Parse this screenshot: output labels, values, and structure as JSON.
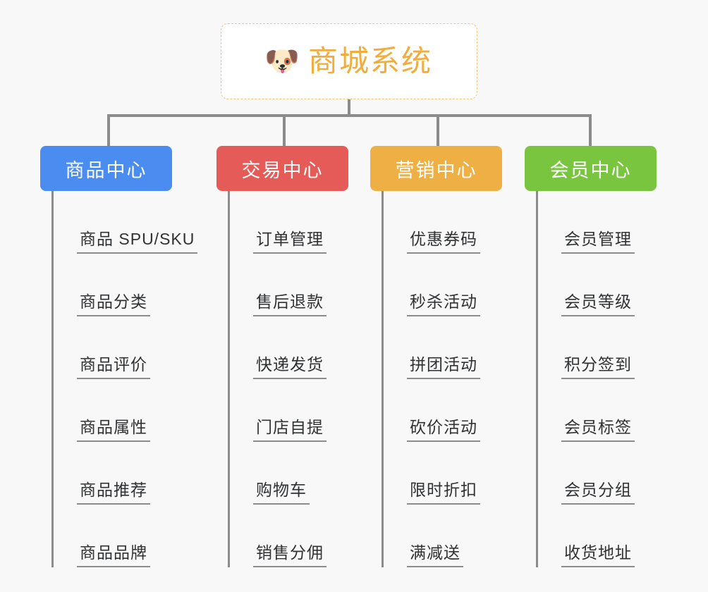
{
  "diagram": {
    "background_color": "#f8f8f8",
    "connector_color": "#8c8c8c",
    "root": {
      "icon": "dog-face-icon",
      "icon_glyph": "🐶",
      "title": "商城系统",
      "text_color": "#f0ad3e",
      "border_color": "#f0c674",
      "background_color": "#ffffff"
    },
    "branches": [
      {
        "label": "商品中心",
        "color": "#4a8cf0",
        "items": [
          "商品 SPU/SKU",
          "商品分类",
          "商品评价",
          "商品属性",
          "商品推荐",
          "商品品牌"
        ]
      },
      {
        "label": "交易中心",
        "color": "#e55b57",
        "items": [
          "订单管理",
          "售后退款",
          "快递发货",
          "门店自提",
          "购物车",
          "销售分佣"
        ]
      },
      {
        "label": "营销中心",
        "color": "#eeb044",
        "items": [
          "优惠券码",
          "秒杀活动",
          "拼团活动",
          "砍价活动",
          "限时折扣",
          "满减送"
        ]
      },
      {
        "label": "会员中心",
        "color": "#79c540",
        "items": [
          "会员管理",
          "会员等级",
          "积分签到",
          "会员标签",
          "会员分组",
          "收货地址"
        ]
      }
    ]
  }
}
